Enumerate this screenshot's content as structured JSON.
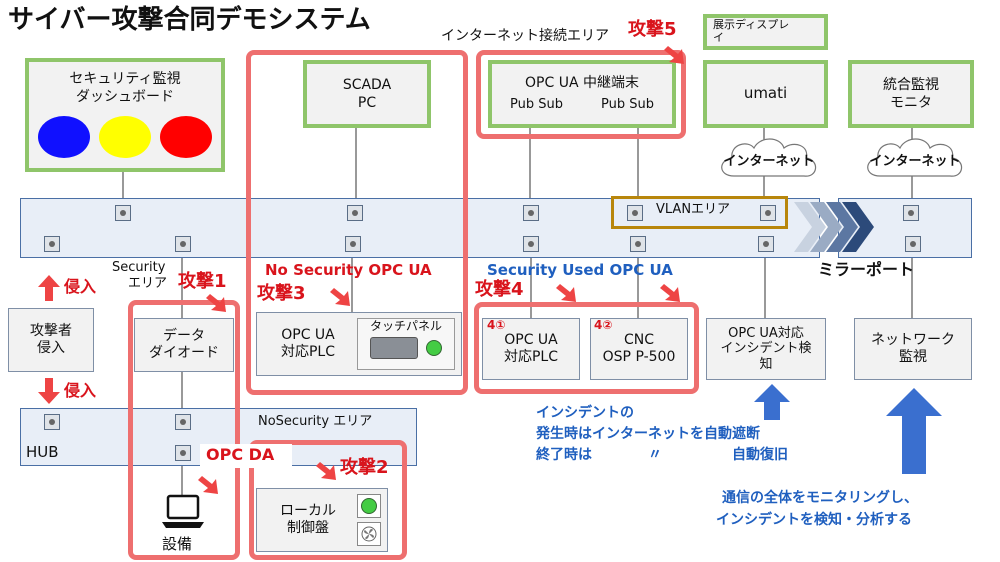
{
  "title": "サイバー攻撃合同デモシステム",
  "colors": {
    "accent_red": "#d9141c",
    "frame_red": "#ee6f6f",
    "green_border": "#8fc56a",
    "blue_text": "#1f5fbf",
    "vlan_border": "#b8860b"
  },
  "labels": {
    "internet_area": "インターネット接続エリア",
    "security_area_1": "Security",
    "security_area_2": "エリア",
    "nosecurity_area": "NoSecurity エリア",
    "hub": "HUB",
    "vlan_area": "VLANエリア",
    "mirror_port": "ミラーポート",
    "no_security_opc": "No Security  OPC UA",
    "security_used_opc": "Security  Used OPC UA",
    "opc_da": "OPC DA",
    "intrusion_1": "侵入",
    "intrusion_2": "侵入",
    "attack1": "攻撃1",
    "attack2": "攻撃2",
    "attack3": "攻撃3",
    "attack4": "攻撃4",
    "attack5": "攻撃5",
    "marker_4_1": "4①",
    "marker_4_2": "4②"
  },
  "boxes": {
    "dashboard_1": "セキュリティ監視",
    "dashboard_2": "ダッシュボード",
    "scada_1": "SCADA",
    "scada_2": "PC",
    "opc_relay_1": "OPC UA 中継端末",
    "opc_relay_pub1": "Pub Sub",
    "opc_relay_pub2": "Pub Sub",
    "display_1": "展示ディスプレ",
    "display_2": "イ",
    "umati": "umati",
    "monitor_1": "統合監視",
    "monitor_2": "モニタ",
    "attacker_1": "攻撃者",
    "attacker_2": "侵入",
    "diode_1": "データ",
    "diode_2": "ダイオード",
    "plc_ns_1": "OPC UA",
    "plc_ns_2": "対応PLC",
    "touch_panel": "タッチパネル",
    "plc_s_1": "OPC UA",
    "plc_s_2": "対応PLC",
    "cnc_1": "CNC",
    "cnc_2": "OSP P-500",
    "incident_1": "OPC UA対応",
    "incident_2": "インシデント検",
    "incident_3": "知",
    "netmon_1": "ネットワーク",
    "netmon_2": "監視",
    "local_1": "ローカル",
    "local_2": "制御盤",
    "equipment": "設備"
  },
  "clouds": {
    "internet_1": "インターネット",
    "internet_2": "インターネット"
  },
  "notes": {
    "incident_note_1": "インシデントの",
    "incident_note_2": "発生時はインターネットを自動遮断",
    "incident_note_3": "終了時は　　　　〃　　　　　自動復旧",
    "monitor_note_1": "通信の全体をモニタリングし、",
    "monitor_note_2": "インシデントを検知・分析する"
  },
  "lamps": {
    "dashboard": [
      "#1010ff",
      "#ffff00",
      "#ff0000"
    ]
  }
}
